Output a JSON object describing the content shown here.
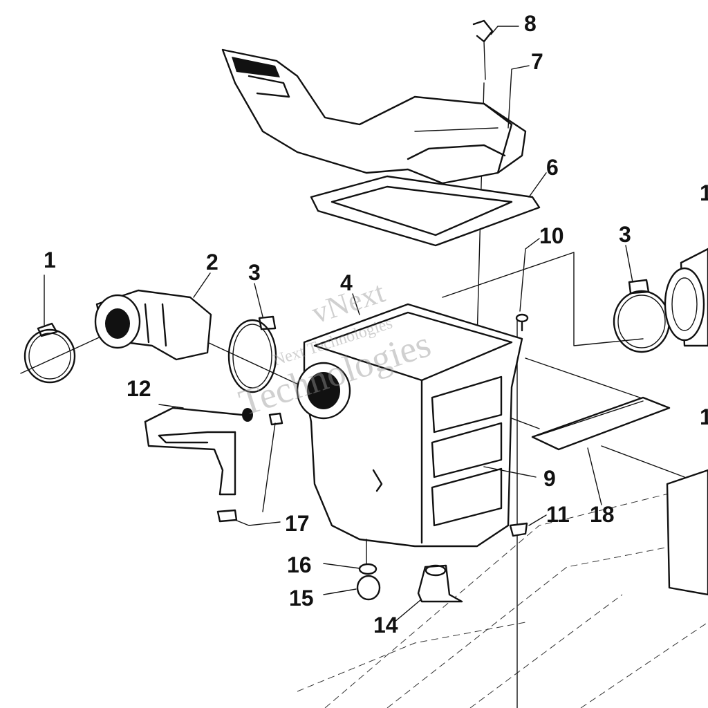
{
  "callouts": [
    "1",
    "2",
    "3",
    "3",
    "4",
    "6",
    "7",
    "8",
    "9",
    "10",
    "11",
    "12",
    "14",
    "15",
    "16",
    "17",
    "18",
    "1",
    "1"
  ],
  "watermark": {
    "line1": "vNext",
    "line2": "Technologies",
    "line3": "Next Technologies"
  },
  "colors": {
    "ink": "#111111",
    "paper": "#ffffff",
    "watermark": "#969696"
  }
}
